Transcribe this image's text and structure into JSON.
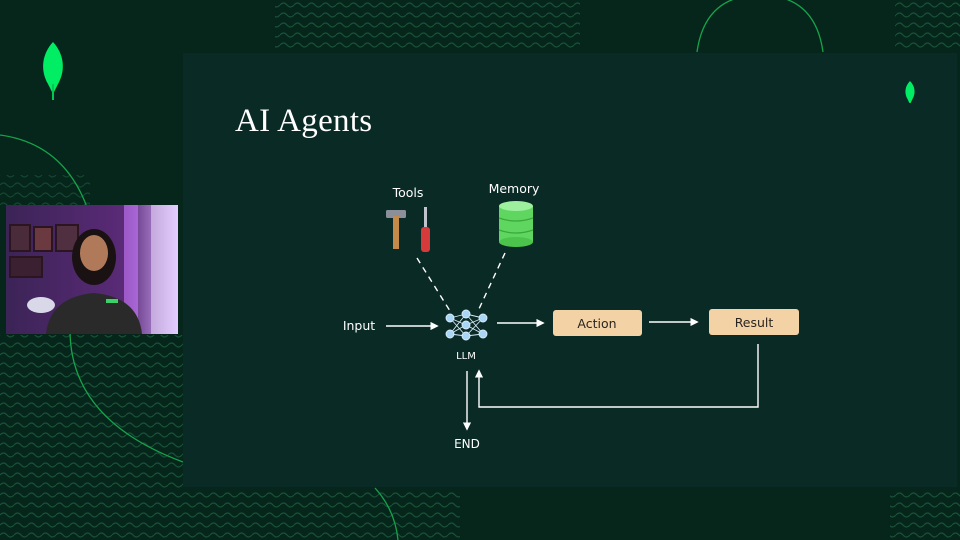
{
  "slide": {
    "title": "AI Agents"
  },
  "diagram": {
    "tools_label": "Tools",
    "memory_label": "Memory",
    "input_label": "Input",
    "llm_label": "LLM",
    "action_label": "Action",
    "result_label": "Result",
    "end_label": "END"
  },
  "colors": {
    "background": "#06261c",
    "slide": "#0a2a25",
    "accent_green": "#00ed64",
    "box_fill": "#f3d3a6",
    "node_blue": "#a9d6f5"
  },
  "icons": [
    "mongodb-leaf-icon",
    "hammer-icon",
    "screwdriver-icon",
    "database-icon",
    "neural-network-icon"
  ]
}
